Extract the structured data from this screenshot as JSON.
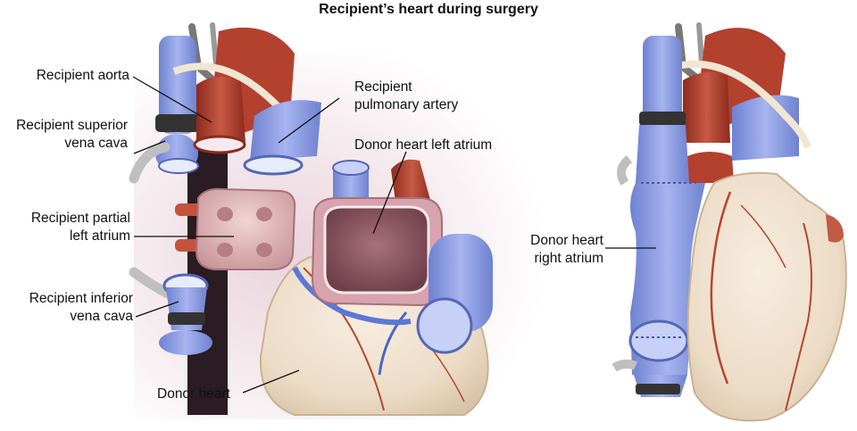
{
  "title": "Recipient’s heart during surgery",
  "labels": {
    "recipient_aorta": "Recipient aorta",
    "recipient_svc_1": "Recipient superior",
    "recipient_svc_2": "vena cava",
    "recipient_partial_la_1": "Recipient partial",
    "recipient_partial_la_2": "left atrium",
    "recipient_ivc_1": "Recipient inferior",
    "recipient_ivc_2": "vena cava",
    "recipient_pa_1": "Recipient",
    "recipient_pa_2": "pulmonary artery",
    "donor_la": "Donor heart left atrium",
    "donor_heart": "Donor heart",
    "donor_ra_1": "Donor heart",
    "donor_ra_2": "right atrium"
  },
  "colors": {
    "vein_blue": "#8c9ee3",
    "artery_red": "#b3412e",
    "myocardium": "#efe4d2",
    "atrium_pink": "#cf9aa4",
    "clamp_gray": "#8a8a8a",
    "label_text": "#111111"
  }
}
